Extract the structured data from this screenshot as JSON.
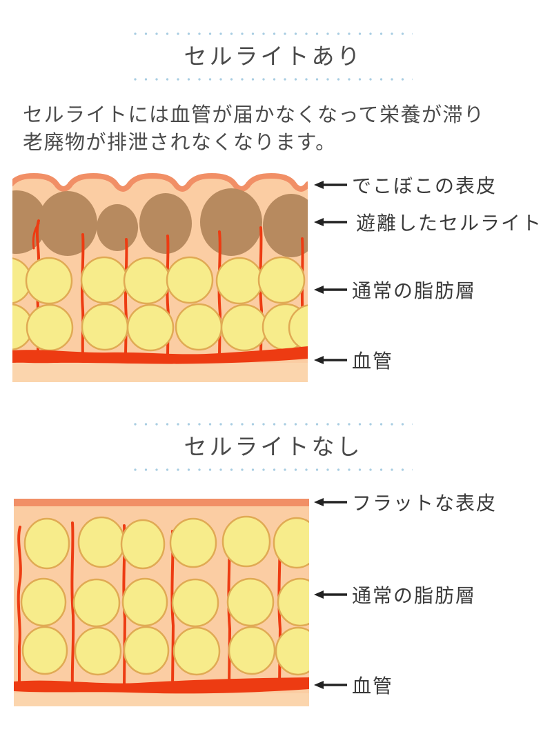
{
  "colors": {
    "dots": "#a8cde2",
    "heading_text": "#4a4a4a",
    "body_text": "#4a4a4a",
    "label_text": "#3a3a3a",
    "arrow": "#222222",
    "skin_bg": "#fbcda3",
    "epidermis": "#f18f66",
    "cellulite": "#b78a5f",
    "fat_fill": "#f7ec8b",
    "fat_outline": "#e0aa54",
    "vessel": "#ed3b12",
    "bottom_strip": "#fbd5ad"
  },
  "section_with": {
    "title": "セルライトあり",
    "description": [
      "セルライトには血管が届かなくなって栄養が滞り",
      "老廃物が排泄されなくなります。"
    ],
    "annotations": [
      "でこぼこの表皮",
      "遊離したセルライト",
      "通常の脂肪層",
      "血管"
    ]
  },
  "section_without": {
    "title": "セルライトなし",
    "annotations": [
      "フラットな表皮",
      "通常の脂肪層",
      "血管"
    ]
  }
}
